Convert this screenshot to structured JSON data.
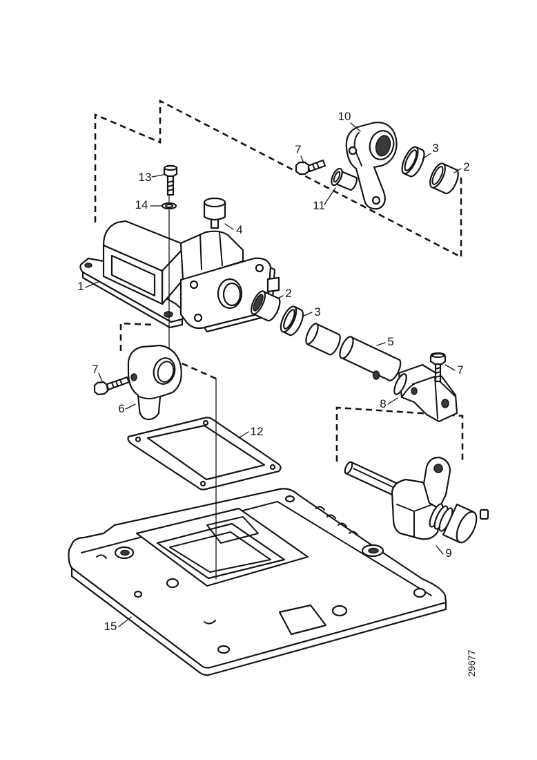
{
  "drawing_number": "29677",
  "callouts": [
    "10",
    "7",
    "3",
    "2",
    "11",
    "13",
    "14",
    "4",
    "1",
    "2",
    "3",
    "5",
    "7",
    "7",
    "6",
    "8",
    "12",
    "9",
    "15"
  ]
}
